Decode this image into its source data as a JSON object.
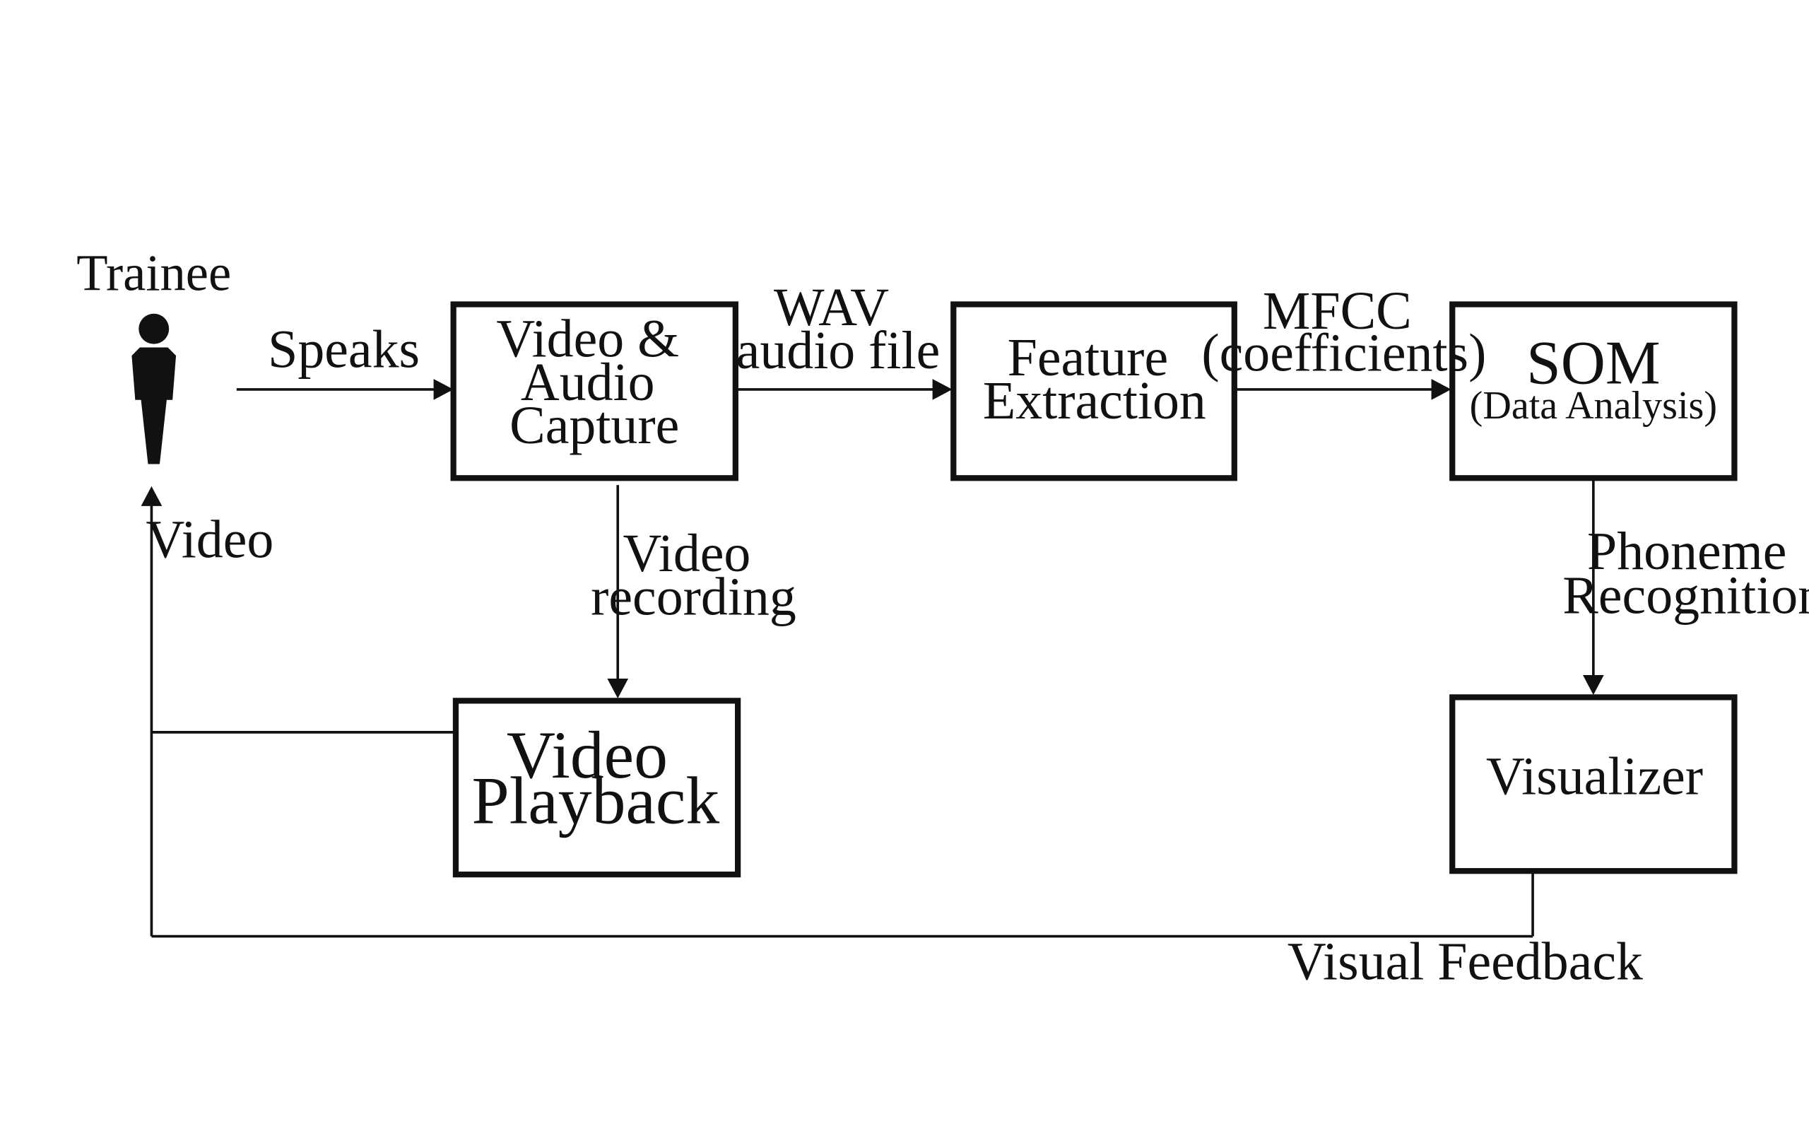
{
  "diagram": {
    "trainee": {
      "label": "Trainee"
    },
    "nodes": {
      "capture": {
        "lines": [
          "Video &",
          "Audio",
          "Capture"
        ]
      },
      "feature": {
        "lines": [
          "Feature",
          "Extraction"
        ]
      },
      "som": {
        "title": "SOM",
        "subtitle": "(Data Analysis)"
      },
      "playback": {
        "lines": [
          "Video",
          "Playback"
        ]
      },
      "visualizer": {
        "lines": [
          "Visualizer"
        ]
      }
    },
    "edges": {
      "speaks": {
        "lines": [
          "Speaks"
        ]
      },
      "wav": {
        "lines": [
          "WAV",
          "audio file"
        ]
      },
      "mfcc": {
        "lines": [
          "MFCC",
          "(coefficients)"
        ]
      },
      "recording": {
        "lines": [
          "Video",
          "recording"
        ]
      },
      "phoneme": {
        "lines": [
          "Phoneme",
          "Recognition"
        ]
      },
      "video": {
        "lines": [
          "Video"
        ]
      },
      "feedback": {
        "lines": [
          "Visual Feedback"
        ]
      }
    }
  }
}
